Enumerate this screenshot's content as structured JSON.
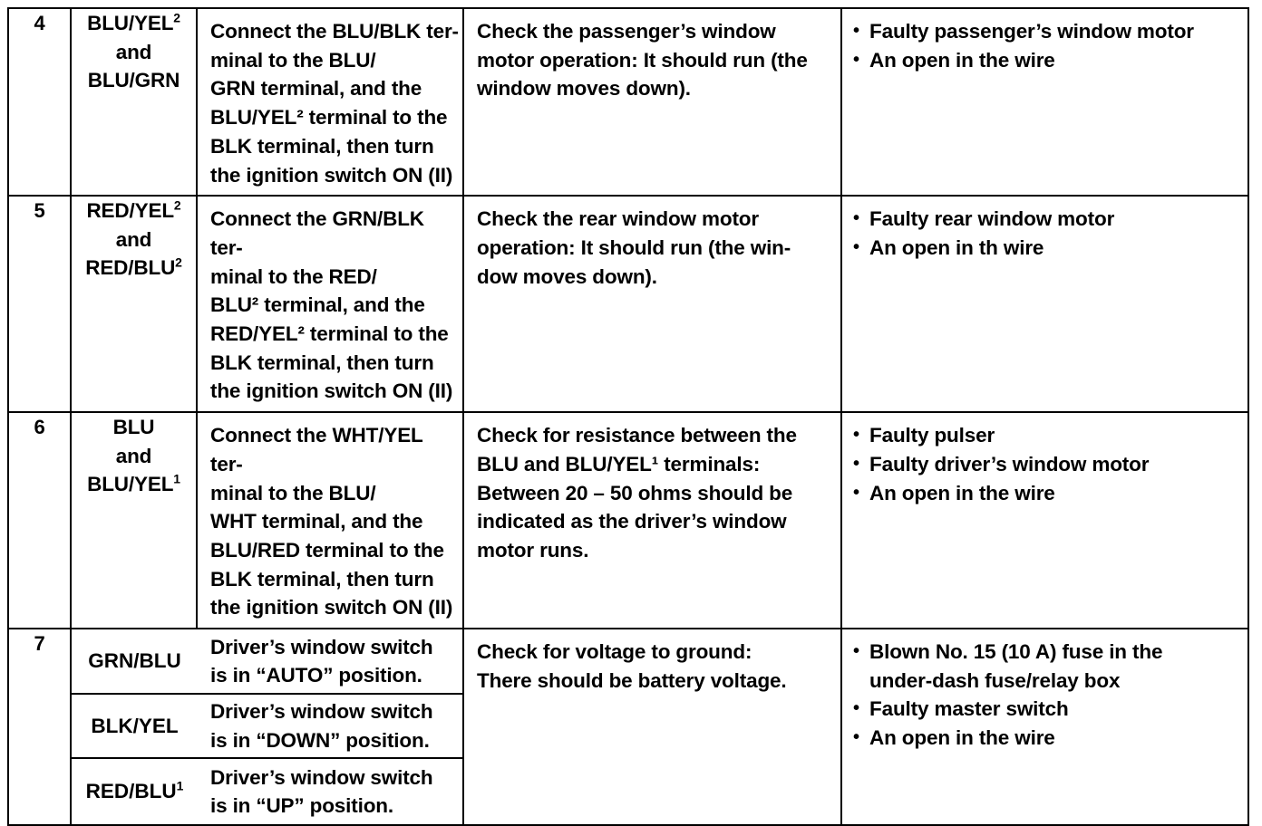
{
  "document": {
    "type": "troubleshooting-table",
    "title": "Power window system troubleshooting steps",
    "border_color": "#000000",
    "text_color": "#000000",
    "background_color": "#ffffff"
  },
  "table": {
    "columns": [
      {
        "key": "step",
        "header": ""
      },
      {
        "key": "terminals",
        "header": ""
      },
      {
        "key": "procedure",
        "header": ""
      },
      {
        "key": "check",
        "header": ""
      },
      {
        "key": "probable_cause",
        "header": ""
      }
    ],
    "rows": [
      {
        "step": "4",
        "terminals_lines": [
          "BLU/YEL",
          "and",
          "BLU/GRN"
        ],
        "terminals_sup": [
          "2",
          "",
          ""
        ],
        "procedure_lines": [
          "Connect the BLU/BLK ter-",
          "minal to the BLU/",
          "GRN terminal, and the",
          "BLU/YEL² terminal to the",
          "BLK terminal, then turn",
          "the ignition switch ON (II)"
        ],
        "check_lines": [
          "Check the passenger’s window",
          "motor operation: It should run (the",
          "window moves down)."
        ],
        "causes": [
          "Faulty passenger’s window motor",
          "An open in the wire"
        ]
      },
      {
        "step": "5",
        "terminals_lines": [
          "RED/YEL",
          "and",
          "RED/BLU"
        ],
        "terminals_sup": [
          "2",
          "",
          "2"
        ],
        "procedure_lines": [
          "Connect the GRN/BLK ter-",
          "minal to the RED/",
          "BLU² terminal, and the",
          "RED/YEL² terminal to the",
          "BLK terminal, then turn",
          "the ignition switch ON (II)"
        ],
        "check_lines": [
          "Check the rear window motor",
          "operation: It should run (the win-",
          "dow moves down)."
        ],
        "causes": [
          "Faulty rear window motor",
          "An open in th wire"
        ]
      },
      {
        "step": "6",
        "terminals_lines": [
          "BLU",
          "and",
          "BLU/YEL"
        ],
        "terminals_sup": [
          "",
          "",
          "1"
        ],
        "procedure_lines": [
          "Connect the WHT/YEL ter-",
          "minal to the BLU/",
          "WHT terminal, and the",
          "BLU/RED terminal to the",
          "BLK terminal, then turn",
          "the ignition switch ON (II)"
        ],
        "check_lines": [
          "Check for resistance between the",
          "BLU and BLU/YEL¹ terminals:",
          "Between 20 – 50 ohms should be",
          "indicated as the driver’s window",
          "motor runs."
        ],
        "causes": [
          "Faulty pulser",
          "Faulty driver’s window motor",
          "An open in the wire"
        ]
      }
    ],
    "row7": {
      "step": "7",
      "subrows": [
        {
          "terminal": "GRN/BLU",
          "terminal_sup": "",
          "desc_lines": [
            "Driver’s window switch",
            "is in “AUTO” position."
          ]
        },
        {
          "terminal": "BLK/YEL",
          "terminal_sup": "",
          "desc_lines": [
            "Driver’s window switch",
            "is in “DOWN” position."
          ]
        },
        {
          "terminal": "RED/BLU",
          "terminal_sup": "1",
          "desc_lines": [
            "Driver’s window switch",
            "is in “UP” position."
          ]
        }
      ],
      "check_lines": [
        "Check for voltage to ground:",
        "There should be battery voltage."
      ],
      "causes": [
        "Blown No. 15 (10 A) fuse in the",
        "under-dash fuse/relay box",
        "Faulty master switch",
        "An open in the wire"
      ],
      "causes_structured": [
        {
          "text": "Blown No. 15 (10 A) fuse in the under-dash fuse/relay box",
          "wrapped": true
        },
        {
          "text": "Faulty master switch",
          "wrapped": false
        },
        {
          "text": "An open in the wire",
          "wrapped": false
        }
      ]
    }
  }
}
